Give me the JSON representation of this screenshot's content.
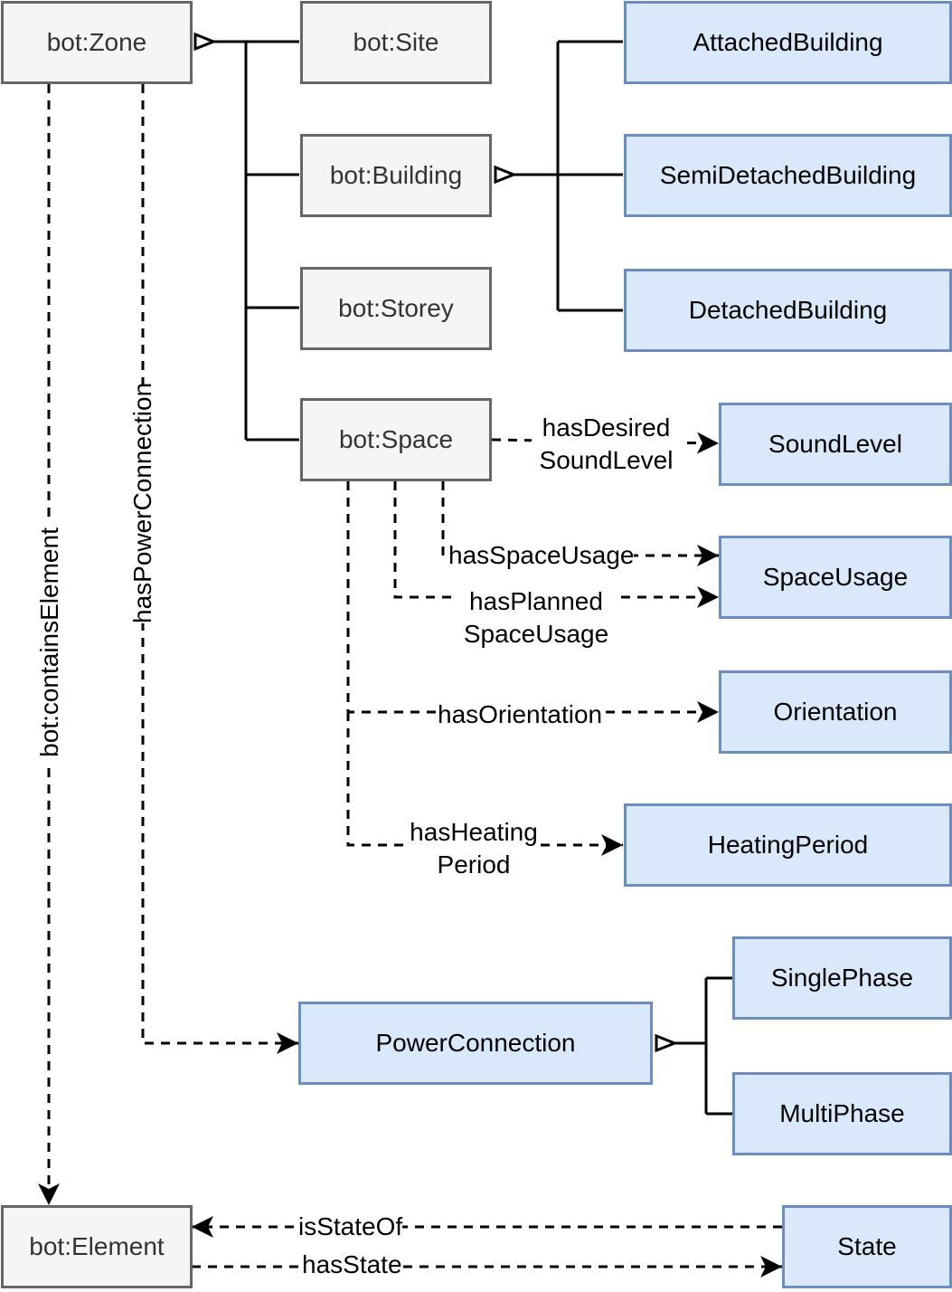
{
  "diagram": {
    "nodes": {
      "zone": "bot:Zone",
      "site": "bot:Site",
      "building": "bot:Building",
      "storey": "bot:Storey",
      "space": "bot:Space",
      "attached_building": "AttachedBuilding",
      "semi_detached_building": "SemiDetachedBuilding",
      "detached_building": "DetachedBuilding",
      "sound_level": "SoundLevel",
      "space_usage": "SpaceUsage",
      "orientation": "Orientation",
      "heating_period": "HeatingPeriod",
      "power_connection": "PowerConnection",
      "single_phase": "SinglePhase",
      "multi_phase": "MultiPhase",
      "element": "bot:Element",
      "state": "State"
    },
    "edges": {
      "has_desired_sound_level_1": "hasDesired",
      "has_desired_sound_level_2": "SoundLevel",
      "has_space_usage": "hasSpaceUsage",
      "has_planned_space_usage_1": "hasPlanned",
      "has_planned_space_usage_2": "SpaceUsage",
      "has_orientation": "hasOrientation",
      "has_heating_period_1": "hasHeating",
      "has_heating_period_2": "Period",
      "contains_element": "bot:containsElement",
      "has_power_connection": "hasPowerConnection",
      "is_state_of": "isStateOf",
      "has_state": "hasState"
    },
    "colors": {
      "bot_fill": "#f5f5f5",
      "bot_stroke": "#666666",
      "ext_fill": "#dae8fc",
      "ext_stroke": "#6c8ebf"
    }
  }
}
